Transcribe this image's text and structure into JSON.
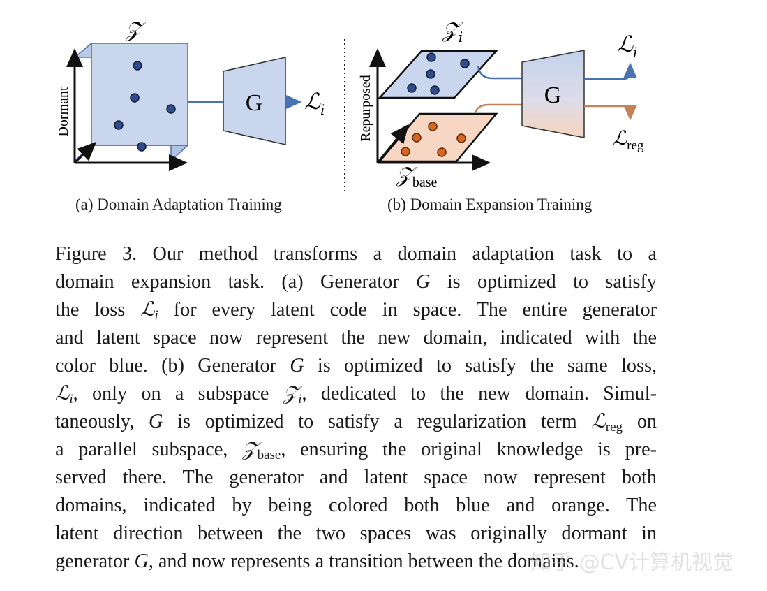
{
  "panel_a": {
    "space_label": "𝒵",
    "axis_label": "Dormant",
    "generator_label": "G",
    "loss_symbol": "ℒ",
    "loss_sub": "i",
    "caption": "(a) Domain Adaptation Training"
  },
  "panel_b": {
    "space_top_label": "𝒵",
    "space_top_sub": "i",
    "space_bottom_label": "𝒵",
    "space_bottom_sub": "base",
    "axis_label": "Repurposed",
    "generator_label": "G",
    "loss_top_symbol": "ℒ",
    "loss_top_sub": "i",
    "loss_bottom_symbol": "ℒ",
    "loss_bottom_sub": "reg",
    "caption": "(b) Domain Expansion Training"
  },
  "colors": {
    "blue_fill": "#c9d6ee",
    "blue_dot": "#2f4d8a",
    "orange_fill": "#f7d6c4",
    "orange_dot": "#d9661f",
    "arrow_blue": "#4a72b0",
    "arrow_orange": "#c0835a"
  },
  "caption": {
    "lines": [
      [
        "Figure 3.  Our method transforms a domain adaptation task to a"
      ],
      [
        "domain expansion task.  (a) Generator ",
        {
          "m": "G"
        },
        " is optimized to satisfy"
      ],
      [
        "the loss ",
        {
          "m": "ℒ",
          "sub": "i"
        },
        " for every latent code in space.  The entire generator"
      ],
      [
        "and latent space now represent the new domain, indicated with the"
      ],
      [
        "color blue.  (b) Generator ",
        {
          "m": "G"
        },
        " is optimized to satisfy the same loss,"
      ],
      [
        {
          "m": "ℒ",
          "sub": "i"
        },
        ", only on a subspace ",
        {
          "m": "𝒵",
          "sub": "i"
        },
        ", dedicated to the new domain.  Simul-"
      ],
      [
        "taneously, ",
        {
          "m": "G"
        },
        " is optimized to satisfy a regularization term ",
        {
          "m": "ℒ",
          "subr": "reg"
        },
        " on"
      ],
      [
        "a parallel subspace, ",
        {
          "m": "𝒵",
          "subr": "base"
        },
        ", ensuring the original knowledge is pre-"
      ],
      [
        "served there.  The generator and latent space now represent both"
      ],
      [
        "domains, indicated by being colored both blue and orange.  The"
      ],
      [
        "latent direction between the two spaces was originally dormant in"
      ],
      [
        "generator ",
        {
          "m": "G"
        },
        ", and now represents a transition between the domains."
      ]
    ]
  },
  "watermark": "知乎 @CV计算机视觉"
}
